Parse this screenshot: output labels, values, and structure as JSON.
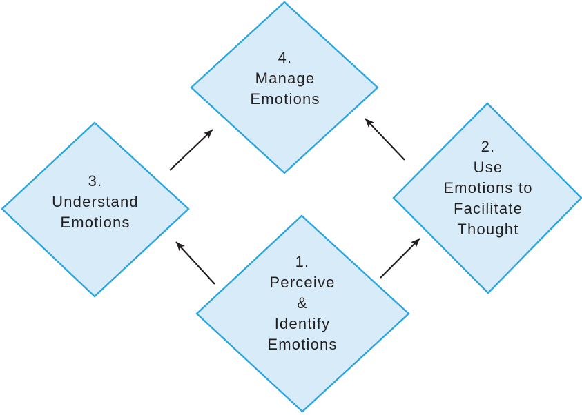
{
  "diagram": {
    "name": "four-branch-model-of-emotional-intelligence",
    "nodes": [
      {
        "id": "1",
        "label": "1.\nPerceive\n&\nIdentify\nEmotions"
      },
      {
        "id": "2",
        "label": "2.\nUse\nEmotions to\nFacilitate\nThought"
      },
      {
        "id": "3",
        "label": "3.\nUnderstand\nEmotions"
      },
      {
        "id": "4",
        "label": "4.\nManage\nEmotions"
      }
    ],
    "edges": [
      {
        "from": "1",
        "to": "3"
      },
      {
        "from": "1",
        "to": "2"
      },
      {
        "from": "3",
        "to": "4"
      },
      {
        "from": "2",
        "to": "4"
      }
    ]
  },
  "colors": {
    "diamond_fill": "#d7ecf8",
    "diamond_stroke": "#2ba5dc",
    "ink": "#231f20",
    "background": "#ffffff"
  }
}
